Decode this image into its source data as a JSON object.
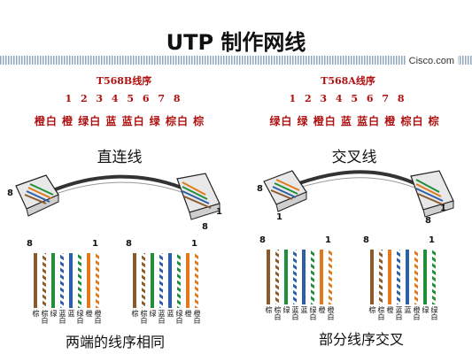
{
  "title": "UTP 制作网线",
  "brand": "Cisco.com",
  "standards": {
    "t568b": {
      "title": "T568B线序",
      "numbers": "1 2 3 4 5 6 7 8",
      "colors": "橙白 橙 绿白 蓝 蓝白 绿 棕白 棕"
    },
    "t568a": {
      "title": "T568A线序",
      "numbers": "1 2 3 4 5 6 7 8",
      "colors": "绿白 绿 橙白 蓝 蓝白 橙 棕白 棕"
    }
  },
  "cables": {
    "straight": {
      "label": "直连线",
      "pin_left": "8",
      "pin_right_top": "1",
      "pin_right_bottom": "8"
    },
    "crossover": {
      "label": "交叉线",
      "pin_left_top": "8",
      "pin_left_bottom": "1",
      "pin_right_top": "1",
      "pin_right_bottom": "8"
    }
  },
  "wire_groups": {
    "straight_a": {
      "pin_high": "8",
      "pin_low": "1",
      "labels": [
        "棕",
        "棕白",
        "绿",
        "蓝白",
        "蓝",
        "绿白",
        "橙",
        "橙白"
      ]
    },
    "straight_b": {
      "pin_high": "8",
      "pin_low": "1",
      "labels": [
        "棕",
        "棕白",
        "绿",
        "蓝白",
        "蓝",
        "绿白",
        "橙",
        "橙白"
      ]
    },
    "cross_a": {
      "pin_high": "8",
      "pin_low": "1",
      "labels": [
        "棕",
        "棕白",
        "绿",
        "蓝白",
        "蓝",
        "绿白",
        "橙",
        "橙白"
      ]
    },
    "cross_b": {
      "pin_high": "8",
      "pin_low": "1",
      "labels": [
        "棕",
        "棕白",
        "橙",
        "蓝白",
        "蓝",
        "橙白",
        "绿",
        "绿白"
      ]
    }
  },
  "bottom_labels": {
    "left": "两端的线序相同",
    "right": "部分线序交叉"
  },
  "colors": {
    "brown": "#8a5a2b",
    "green": "#1f8f3a",
    "blue": "#2b5fa8",
    "orange": "#e07a1f",
    "standard_text": "#b01010"
  }
}
